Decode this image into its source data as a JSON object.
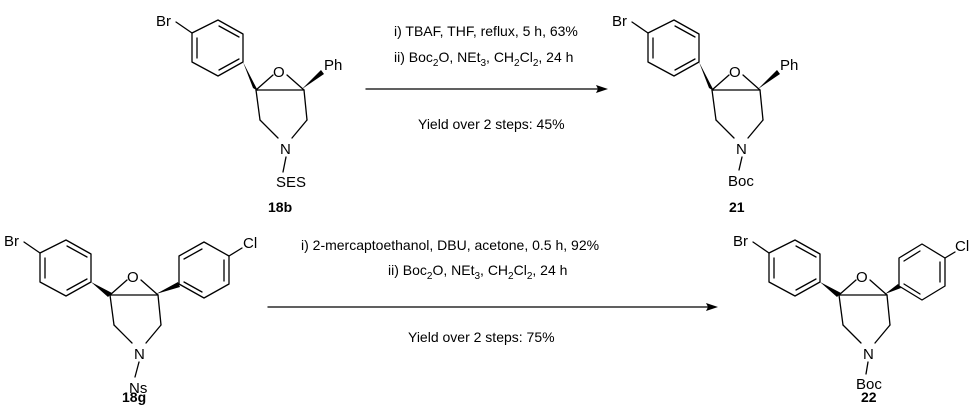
{
  "reactions": [
    {
      "reactant": {
        "label": "18b",
        "substituent_top_left": "Br",
        "substituent_right": "Ph",
        "ring_oxygen": "O",
        "ring_nitrogen": "N",
        "n_protecting_group": "SES"
      },
      "conditions": {
        "step1": "i) TBAF, THF, reflux, 5 h, 63%",
        "step2_prefix": "ii) Boc",
        "step2_sub1": "2",
        "step2_mid": "O, NEt",
        "step2_sub2": "3",
        "step2_mid2": ", CH",
        "step2_sub3": "2",
        "step2_mid3": "Cl",
        "step2_sub4": "2",
        "step2_suffix": ", 24 h",
        "yield_text": "Yield over 2 steps: 45%"
      },
      "product": {
        "label": "21",
        "substituent_top_left": "Br",
        "substituent_right": "Ph",
        "ring_oxygen": "O",
        "ring_nitrogen": "N",
        "n_protecting_group": "Boc"
      }
    },
    {
      "reactant": {
        "label": "18g",
        "substituent_top_left": "Br",
        "substituent_right": "Cl",
        "ring_oxygen": "O",
        "ring_nitrogen": "N",
        "n_protecting_group": "Ns"
      },
      "conditions": {
        "step1": "i) 2-mercaptoethanol, DBU, acetone, 0.5 h, 92%",
        "step2_prefix": "ii) Boc",
        "step2_sub1": "2",
        "step2_mid": "O, NEt",
        "step2_sub2": "3",
        "step2_mid2": ", CH",
        "step2_sub3": "2",
        "step2_mid3": "Cl",
        "step2_sub4": "2",
        "step2_suffix": ", 24 h",
        "yield_text": "Yield over 2 steps: 75%"
      },
      "product": {
        "label": "22",
        "substituent_top_left": "Br",
        "substituent_right": "Cl",
        "ring_oxygen": "O",
        "ring_nitrogen": "N",
        "n_protecting_group": "Boc"
      }
    }
  ]
}
